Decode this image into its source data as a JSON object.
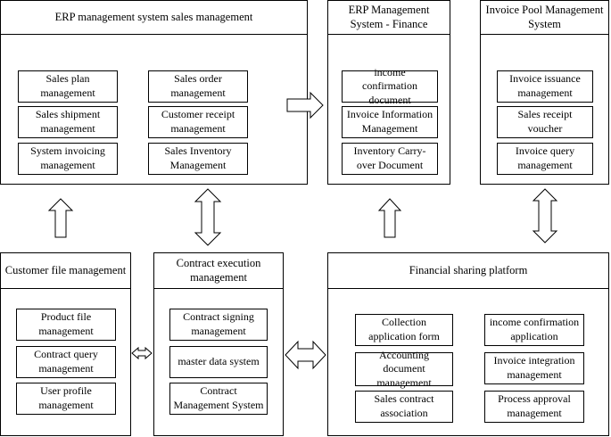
{
  "panels": {
    "erp_sales": {
      "title": "ERP management system sales management",
      "items": [
        "Sales plan management",
        "Sales order management",
        "Sales shipment management",
        "Customer receipt management",
        "System invoicing management",
        "Sales Inventory Management"
      ]
    },
    "erp_finance": {
      "title": "ERP Management System - Finance",
      "items": [
        "income confirmation document",
        "Invoice Information Management",
        "Inventory Carry-over Document"
      ]
    },
    "invoice_pool": {
      "title": "Invoice Pool Management System",
      "items": [
        "Invoice issuance management",
        "Sales receipt voucher",
        "Invoice query management"
      ]
    },
    "customer_file": {
      "title": "Customer file management",
      "items": [
        "Product file management",
        "Contract query management",
        "User profile management"
      ]
    },
    "contract_exec": {
      "title": "Contract execution management",
      "items": [
        "Contract signing management",
        "master data system",
        "Contract Management System"
      ]
    },
    "financial_sharing": {
      "title": "Financial sharing platform",
      "items": [
        "Collection application form",
        "income confirmation application",
        "Accounting document management",
        "Invoice integration management",
        "Sales contract association",
        "Process approval management"
      ]
    }
  }
}
